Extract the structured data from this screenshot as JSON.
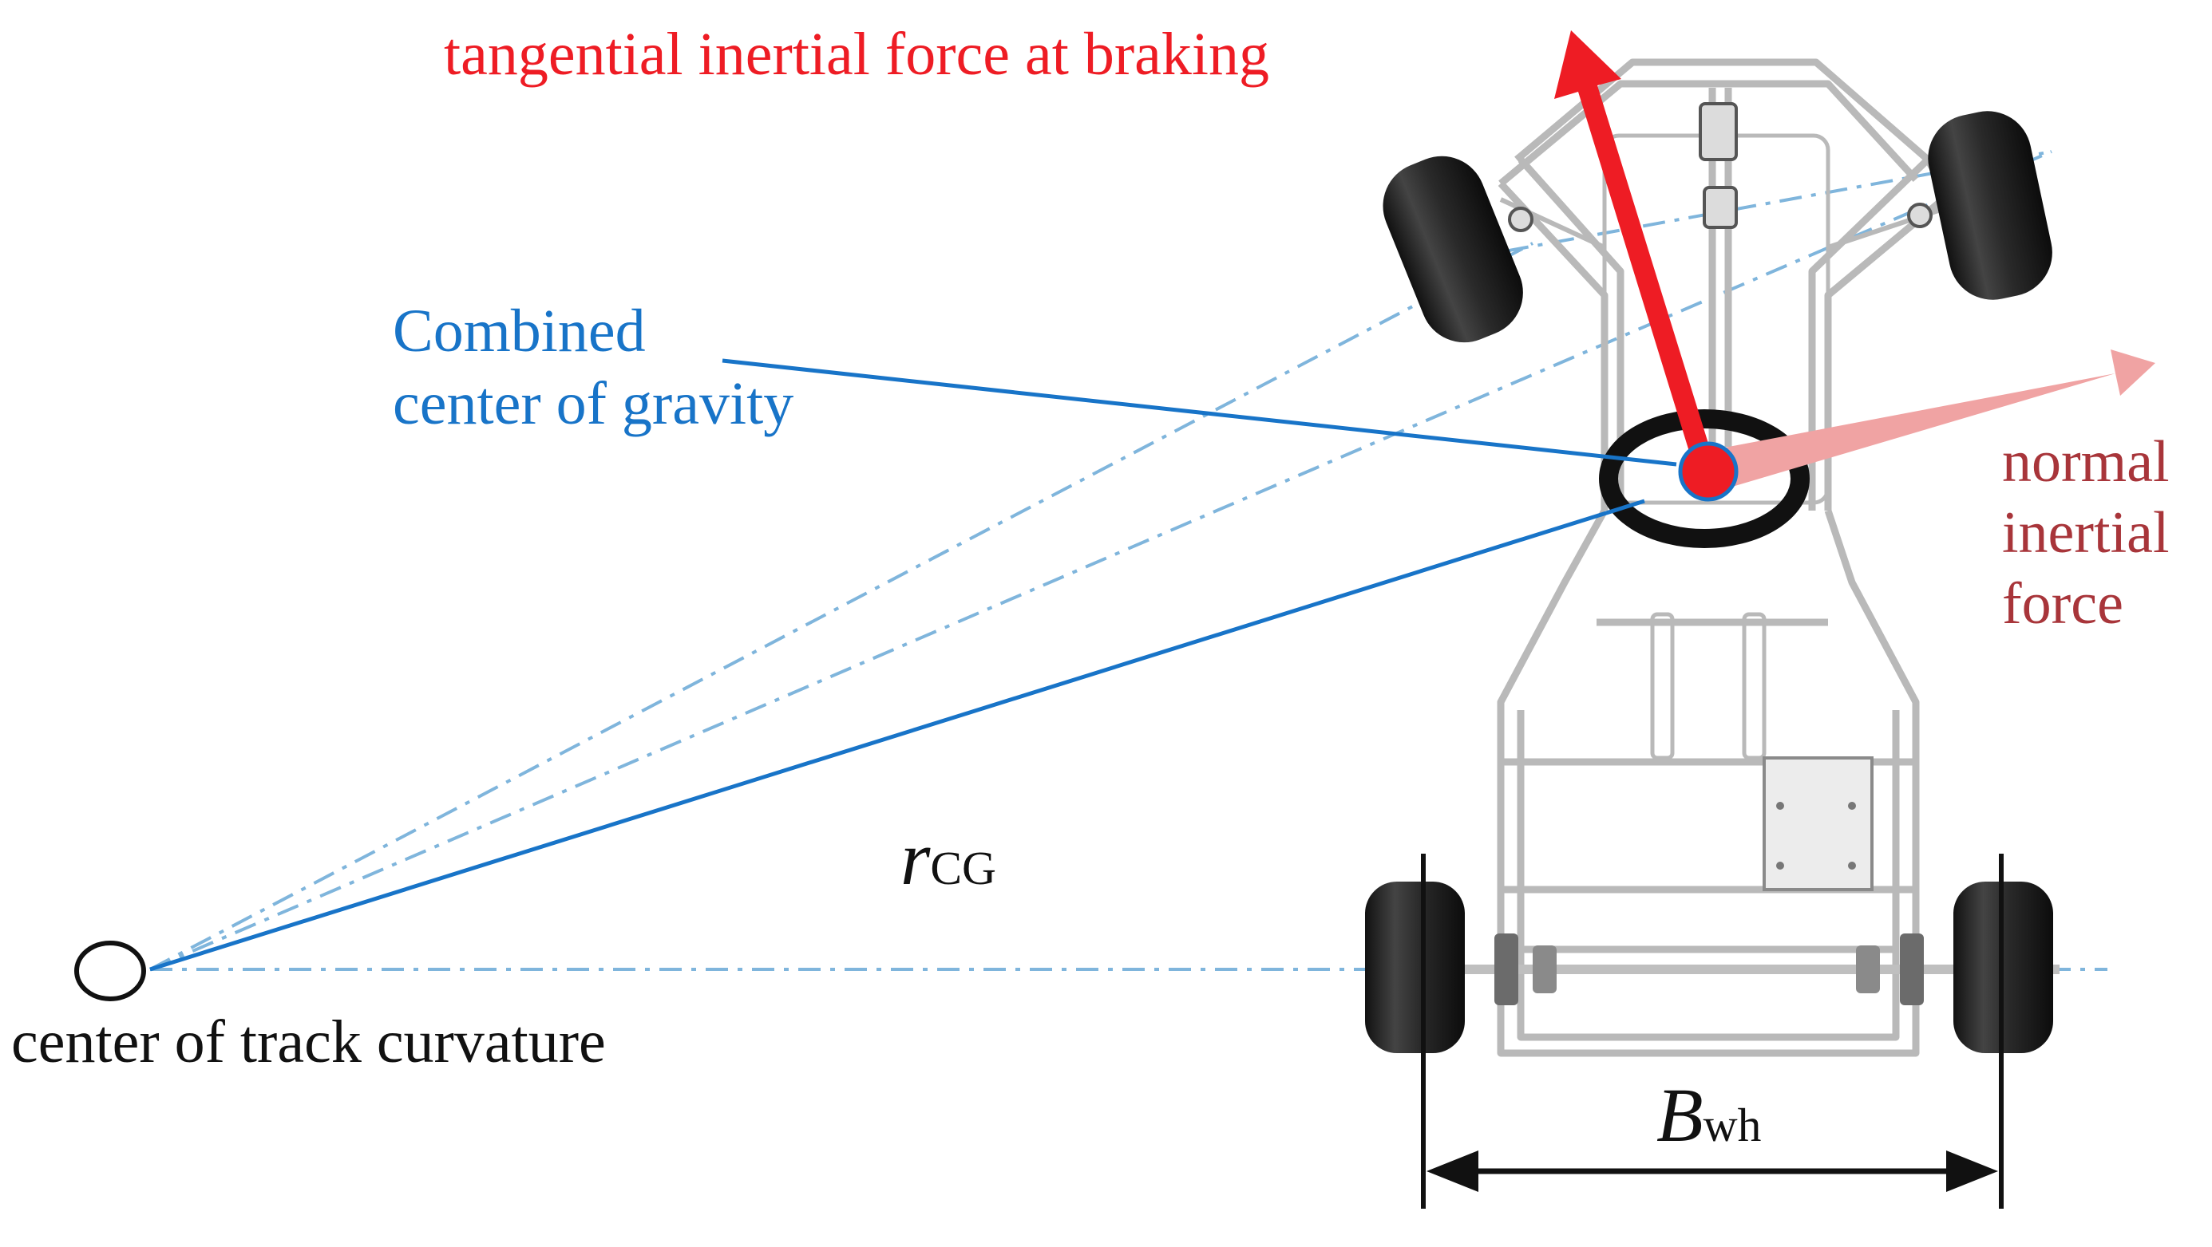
{
  "labels": {
    "tangential": "tangential inertial force at braking",
    "cg_line1": "Combined",
    "cg_line2": "center of gravity",
    "normal_line1": "normal",
    "normal_line2": "inertial",
    "normal_line3": "force",
    "r_main": "r",
    "r_sub": "CG",
    "curvature": "center of track curvature",
    "b_main": "B",
    "b_sub": "wh"
  },
  "colors": {
    "tangential": "#ee1c24",
    "cg": "#1874c8",
    "normal_text": "#a8353a",
    "normal_arrow": "#f0a3a3",
    "dashdot": "#7fb5dc",
    "frame": "#b9b9b9",
    "tire": "#262626",
    "text": "#111111"
  }
}
